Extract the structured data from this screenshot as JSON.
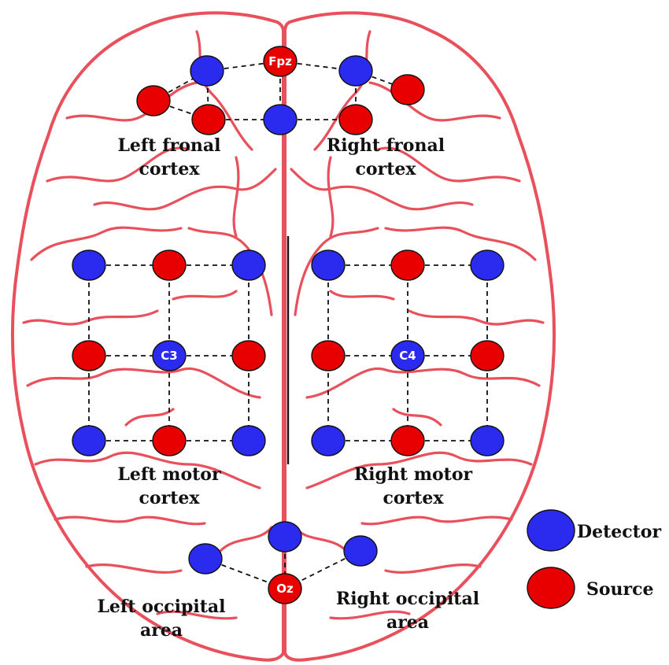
{
  "colors": {
    "brain": "#e8505c",
    "detector": "#2b2bf0",
    "source": "#e80000",
    "link": "#111111",
    "midline": "#111111"
  },
  "regions": {
    "left_frontal": [
      "Left fronal",
      "cortex"
    ],
    "right_frontal": [
      "Right fronal",
      "cortex"
    ],
    "left_motor": [
      "Left motor",
      "cortex"
    ],
    "right_motor": [
      "Right motor",
      "cortex"
    ],
    "left_occipital": [
      "Left occipital",
      "area"
    ],
    "right_occipital": [
      "Right occipital",
      "area"
    ]
  },
  "optode_labels": {
    "fpz": "Fpz",
    "c3": "C3",
    "c4": "C4",
    "oz": "Oz"
  },
  "legend": {
    "detector": "Detector",
    "source": "Source"
  }
}
